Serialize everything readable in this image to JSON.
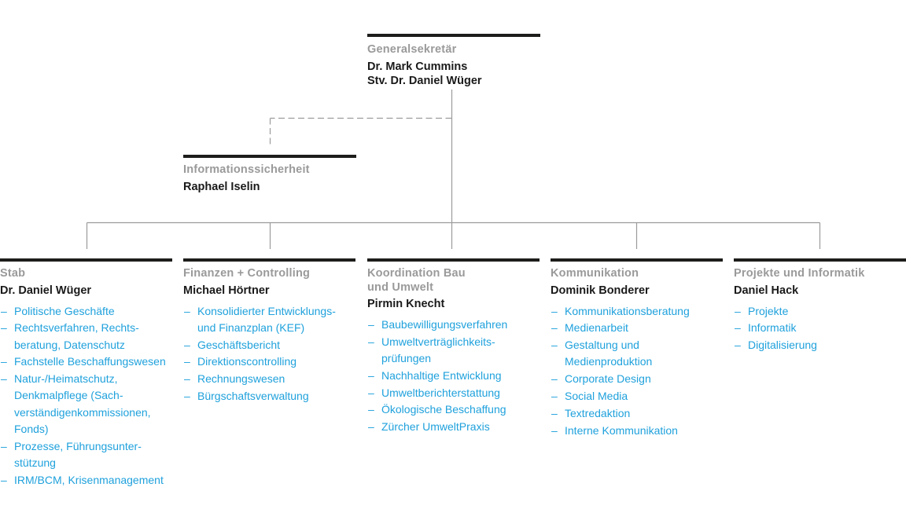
{
  "colors": {
    "accent_blue": "#1FA1DC",
    "heading_gray": "#9A9A9A",
    "bar_black": "#1D1D1B",
    "line_gray": "#9B9B9B"
  },
  "bullet_char": "–",
  "general_secretary": {
    "title": "Generalsekretär",
    "name": "Dr. Mark Cummins",
    "deputy": "Stv. Dr. Daniel Wüger"
  },
  "staff_unit": {
    "title": "Informationssicherheit",
    "name": "Raphael Iselin"
  },
  "departments": [
    {
      "title": "Stab",
      "head": "Dr. Daniel Wüger",
      "items": [
        "Politische Geschäfte",
        "Rechtsverfahren, Rechts-\nberatung, Datenschutz",
        "Fachstelle Beschaffungswesen",
        "Natur-/Heimatschutz,\nDenkmalpflege (Sach-\nverständigenkommissionen,\nFonds)",
        "Prozesse, Führungsunter-\nstützung",
        "IRM/BCM, Krisenmanagement"
      ]
    },
    {
      "title": "Finanzen + Controlling",
      "head": "Michael Hörtner",
      "items": [
        "Konsolidierter Entwicklungs-\nund Finanzplan (KEF)",
        "Geschäftsbericht",
        "Direktionscontrolling",
        "Rechnungswesen",
        "Bürgschaftsverwaltung"
      ]
    },
    {
      "title": "Koordination Bau\nund Umwelt",
      "head": "Pirmin Knecht",
      "items": [
        "Baubewilligungsverfahren",
        "Umweltverträglichkeits-\nprüfungen",
        "Nachhaltige Entwicklung",
        "Umweltberichterstattung",
        "Ökologische Beschaffung",
        "Zürcher UmweltPraxis"
      ]
    },
    {
      "title": "Kommunikation",
      "head": "Dominik Bonderer",
      "items": [
        "Kommunikationsberatung",
        "Medienarbeit",
        "Gestaltung und\nMedienproduktion",
        "Corporate Design",
        "Social Media",
        "Textredaktion",
        "Interne Kommunikation"
      ]
    },
    {
      "title": "Projekte und Informatik",
      "head": "Daniel Hack",
      "items": [
        "Projekte",
        "Informatik",
        "Digitalisierung"
      ]
    }
  ]
}
